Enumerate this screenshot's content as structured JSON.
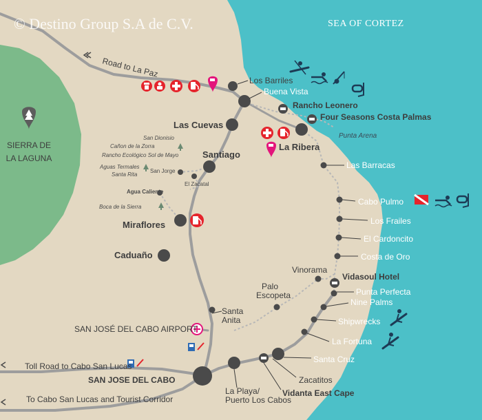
{
  "copyright": "© Destino Group S.A de C.V.",
  "sea_label": "SEA OF CORTEZ",
  "sierra": {
    "line1": "SIERRA DE",
    "line2": "LA LAGUNA"
  },
  "roads": {
    "la_paz": "Road to La Paz",
    "toll": "Toll Road to Cabo San Lucas",
    "corridor": "To Cabo San Lucas and Tourist Corridor"
  },
  "places": {
    "los_barriles": "Los Barriles",
    "buena_vista": "Buena Vista",
    "rancho_leonero": "Rancho Leonero",
    "four_seasons": "Four Seasons Costa Palmas",
    "punta_arena": "Punta Arena",
    "la_ribera": "La Ribera",
    "las_cuevas": "Las Cuevas",
    "santiago": "Santiago",
    "san_dionisio": "San Dionisio",
    "canon_zorra": "Cañon de la Zorra",
    "rancho_ecologico": "Rancho Ecológico Sol de Mayo",
    "aguas_termales": "Aguas Termales",
    "santa_rita": "Santa Rita",
    "san_jorge": "San Jorge",
    "el_zacatal": "El Zacatal",
    "agua_caliente": "Agua Caliente",
    "boca_sierra": "Boca de la Sierra",
    "miraflores": "Miraflores",
    "caduano": "Caduaño",
    "las_barracas": "Las Barracas",
    "cabo_pulmo": "Cabo Pulmo",
    "los_frailes": "Los Frailes",
    "el_cardoncito": "El Cardoncito",
    "costa_de_oro": "Costa de Oro",
    "vinorama": "Vinorama",
    "vidasoul": "Vidasoul Hotel",
    "punta_perfecta": "Punta Perfecta",
    "nine_palms": "Nine Palms",
    "shipwrecks": "Shipwrecks",
    "la_fortuna": "La Fortuna",
    "santa_cruz": "Santa Cruz",
    "zacatitos": "Zacatitos",
    "vidanta": "Vidanta East Cape",
    "la_playa_1": "La Playa/",
    "la_playa_2": "Puerto Los Cabos",
    "palo_escopeta_1": "Palo",
    "palo_escopeta_2": "Escopeta",
    "santa_anita_1": "Santa",
    "santa_anita_2": "Anita",
    "airport": "SAN JOSÉ DEL CABO AIRPORT",
    "san_jose": "SAN JOSE  DEL CABO"
  },
  "colors": {
    "land": "#e3d8c2",
    "sea": "#4cc0c8",
    "mountain": "#7cba8a",
    "road": "#9d9d9d",
    "dirt_road": "#b7b7b7",
    "town": "#4a4a4a",
    "services_red": "#e5242c",
    "shopping_pink": "#e3157b",
    "activity_navy": "#1d3b55"
  },
  "icons": [
    "police-icon",
    "doctor-icon",
    "hospital-cross-icon",
    "gas-station-icon",
    "shopping-cart-icon",
    "kayak-icon",
    "swimmer-icon",
    "fishing-icon",
    "snorkel-icon",
    "hotel-icon",
    "tree-icon",
    "dive-flag-icon",
    "surfer-icon",
    "airport-icon",
    "toll-booth-icon",
    "road-arrow-icon"
  ]
}
